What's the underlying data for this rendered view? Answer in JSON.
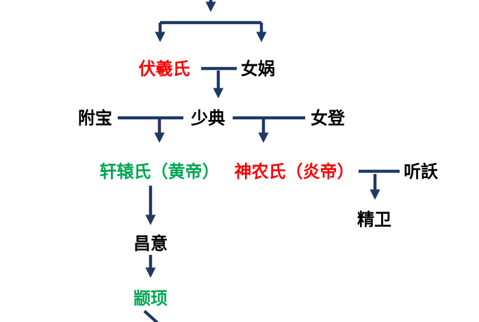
{
  "colors": {
    "edge": "#1f3864",
    "emphasis_red": "#fe0000",
    "emphasis_green": "#00a651",
    "default_text": "#000000",
    "background": "#ffffff"
  },
  "nodes": {
    "fuxi": {
      "label": "伏羲氏",
      "color": "emphasis_red"
    },
    "nuwa": {
      "label": "女娲",
      "color": "default_text"
    },
    "fubao": {
      "label": "附宝",
      "color": "default_text"
    },
    "shaodian": {
      "label": "少典",
      "color": "default_text"
    },
    "nudeng": {
      "label": "女登",
      "color": "default_text"
    },
    "xuanyuan_huangdi": {
      "label": "轩辕氏（黄帝）",
      "color": "emphasis_green"
    },
    "shennong_yandi": {
      "label": "神农氏（炎帝）",
      "color": "emphasis_red"
    },
    "tingyao": {
      "label": "听訞",
      "color": "default_text"
    },
    "jingwei": {
      "label": "精卫",
      "color": "default_text"
    },
    "changyi": {
      "label": "昌意",
      "color": "default_text"
    },
    "zhuanxu": {
      "label": "颛顼",
      "color": "emphasis_green"
    }
  }
}
